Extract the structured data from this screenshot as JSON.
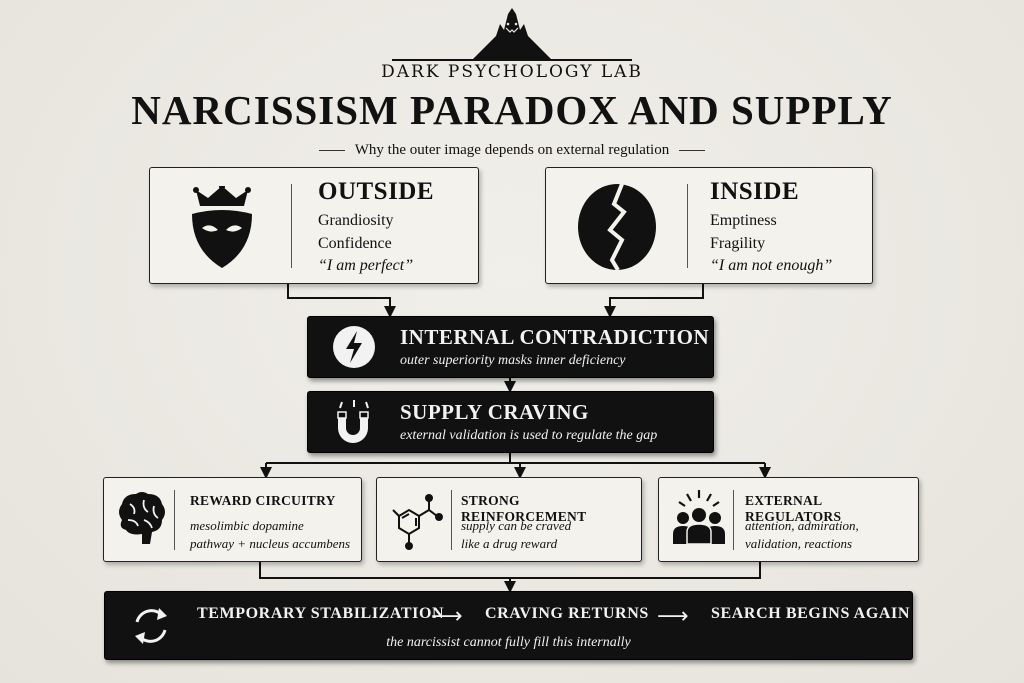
{
  "header": {
    "lab_name": "DARK PSYCHOLOGY LAB",
    "title": "NARCISSISM PARADOX AND SUPPLY",
    "subtitle": "Why the outer image depends on external regulation"
  },
  "outside": {
    "heading": "OUTSIDE",
    "lines": [
      "Grandiosity",
      "Confidence",
      "“I am perfect”"
    ],
    "icon": "crowned-mask-icon"
  },
  "inside": {
    "heading": "INSIDE",
    "lines": [
      "Emptiness",
      "Fragility",
      "“I am not enough”"
    ],
    "icon": "cracked-stone-icon"
  },
  "contradiction": {
    "heading": "INTERNAL CONTRADICTION",
    "subtext": "outer superiority masks inner deficiency",
    "icon": "lightning-icon"
  },
  "craving": {
    "heading": "SUPPLY CRAVING",
    "subtext": "external validation is used to regulate the gap",
    "icon": "magnet-icon"
  },
  "mechanisms": [
    {
      "heading": "REWARD CIRCUITRY",
      "lines": [
        "mesolimbic dopamine",
        "pathway + nucleus accumbens"
      ],
      "icon": "brain-icon"
    },
    {
      "heading": "STRONG REINFORCEMENT",
      "lines": [
        "supply can be craved",
        "like a drug reward"
      ],
      "icon": "molecule-icon"
    },
    {
      "heading": "EXTERNAL REGULATORS",
      "lines": [
        "attention, admiration,",
        "validation, reactions"
      ],
      "icon": "group-icon"
    }
  ],
  "cycle": {
    "steps": [
      "TEMPORARY STABILIZATION",
      "CRAVING RETURNS",
      "SEARCH BEGINS AGAIN"
    ],
    "subtext": "the narcissist cannot fully fill this internally",
    "icon": "cycle-arrows-icon"
  },
  "colors": {
    "background": "#ebe8e2",
    "ink": "#111111",
    "dark_panel": "#111111"
  }
}
